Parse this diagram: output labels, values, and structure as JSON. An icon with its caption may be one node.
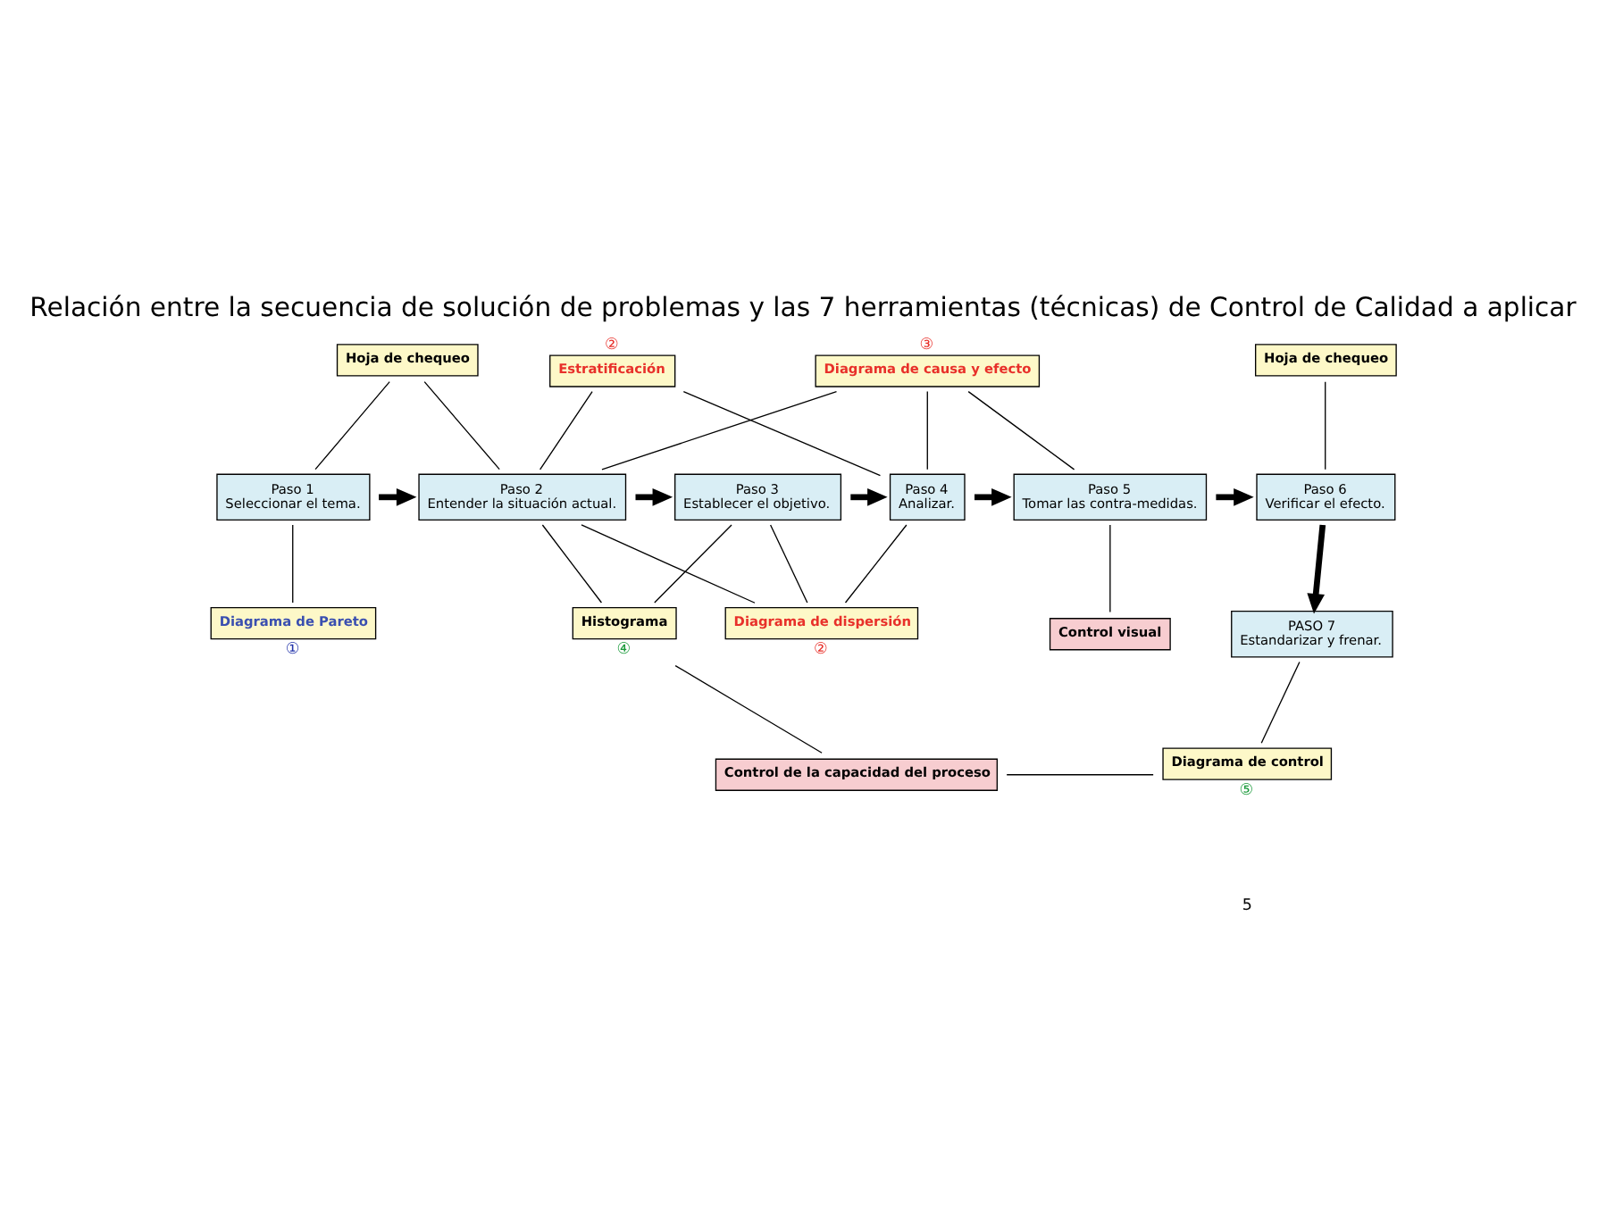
{
  "diagram": {
    "title": "Relación entre la secuencia de solución de problemas y las 7 herramientas (técnicas) de Control de Calidad a aplicar",
    "nodes": [
      {
        "text": [
          "Hoja de chequeo"
        ]
      },
      {
        "text": [
          "Estratificación"
        ],
        "beside": [
          "②"
        ]
      },
      {
        "text": [
          "Diagrama de causa y efecto"
        ],
        "beside": [
          "③"
        ]
      },
      {
        "text": [
          "Hoja de chequeo"
        ]
      },
      {
        "text": [
          "Paso 1",
          "Seleccionar el tema."
        ]
      },
      {
        "text": [
          "Paso 2",
          "Entender la situación actual."
        ]
      },
      {
        "text": [
          "Paso 3",
          "Establecer el objetivo."
        ]
      },
      {
        "text": [
          "Paso 4",
          "Analizar."
        ]
      },
      {
        "text": [
          "Paso 5",
          "Tomar las contra-medidas."
        ]
      },
      {
        "text": [
          "Paso 6",
          "Verificar el efecto."
        ]
      },
      {
        "text": [
          "Diagrama de Pareto"
        ],
        "beside": [
          "①"
        ]
      },
      {
        "text": [
          "Histograma"
        ],
        "beside": [
          "④"
        ]
      },
      {
        "text": [
          "Diagrama de dispersión"
        ],
        "beside": [
          "②"
        ]
      },
      {
        "text": [
          "Control visual"
        ]
      },
      {
        "text": [
          "PASO 7",
          "Estandarizar y frenar."
        ]
      },
      {
        "text": [
          "Control de la capacidad del proceso"
        ]
      },
      {
        "text": [
          "Diagrama de control"
        ],
        "beside": [
          "⑤"
        ]
      }
    ],
    "edges": [
      {
        "from": 0,
        "to": 4,
        "arrow": "none"
      },
      {
        "from": 0,
        "to": 5,
        "arrow": "none"
      },
      {
        "from": 1,
        "to": 5,
        "arrow": "none"
      },
      {
        "from": 1,
        "to": 7,
        "arrow": "none"
      },
      {
        "from": 2,
        "to": 5,
        "arrow": "none"
      },
      {
        "from": 2,
        "to": 7,
        "arrow": "none"
      },
      {
        "from": 2,
        "to": 8,
        "arrow": "none"
      },
      {
        "from": 3,
        "to": 9,
        "arrow": "none"
      },
      {
        "from": 4,
        "to": 5,
        "arrow": "to",
        "style": "thick"
      },
      {
        "from": 5,
        "to": 6,
        "arrow": "to",
        "style": "thick"
      },
      {
        "from": 6,
        "to": 7,
        "arrow": "to",
        "style": "thick"
      },
      {
        "from": 7,
        "to": 8,
        "arrow": "to",
        "style": "thick"
      },
      {
        "from": 8,
        "to": 9,
        "arrow": "to",
        "style": "thick"
      },
      {
        "from": 9,
        "to": 14,
        "arrow": "to",
        "style": "thick"
      },
      {
        "from": 4,
        "to": 10,
        "arrow": "none"
      },
      {
        "from": 5,
        "to": 11,
        "arrow": "none"
      },
      {
        "from": 5,
        "to": 12,
        "arrow": "none"
      },
      {
        "from": 6,
        "to": 11,
        "arrow": "none"
      },
      {
        "from": 6,
        "to": 12,
        "arrow": "none"
      },
      {
        "from": 7,
        "to": 12,
        "arrow": "none"
      },
      {
        "from": 8,
        "to": 13,
        "arrow": "none"
      },
      {
        "from": 14,
        "to": 16,
        "arrow": "none"
      },
      {
        "from": 11,
        "to": 15,
        "arrow": "none"
      },
      {
        "from": 15,
        "to": 16,
        "arrow": "none"
      }
    ],
    "labels": [
      "5"
    ]
  }
}
